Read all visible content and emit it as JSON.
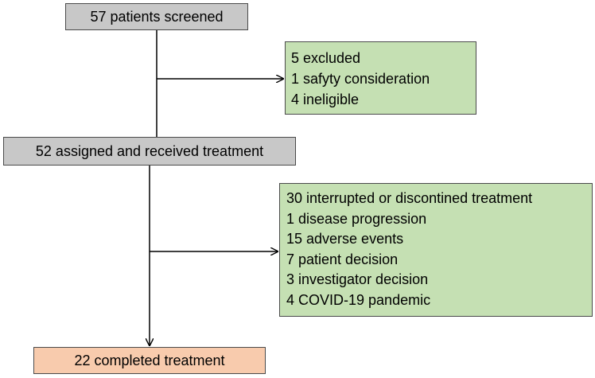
{
  "boxes": {
    "screened": {
      "text": "57 patients screened"
    },
    "excluded": {
      "lines": [
        "5 excluded",
        "1 safyty consideration",
        "4 ineligible"
      ]
    },
    "assigned": {
      "text": "52 assigned and received treatment"
    },
    "interrupted": {
      "lines": [
        "30 interrupted or discontined treatment",
        "1 disease progression",
        "15 adverse events",
        "7 patient decision",
        "3 investigator decision",
        "4 COVID-19 pandemic"
      ]
    },
    "completed": {
      "text": "22 completed treatment"
    }
  },
  "colors": {
    "gray_box": "#c8c8c8",
    "green_box": "#c5e0b3",
    "orange_box": "#f8cbad",
    "border": "#4a4a4a",
    "line": "#000000"
  }
}
